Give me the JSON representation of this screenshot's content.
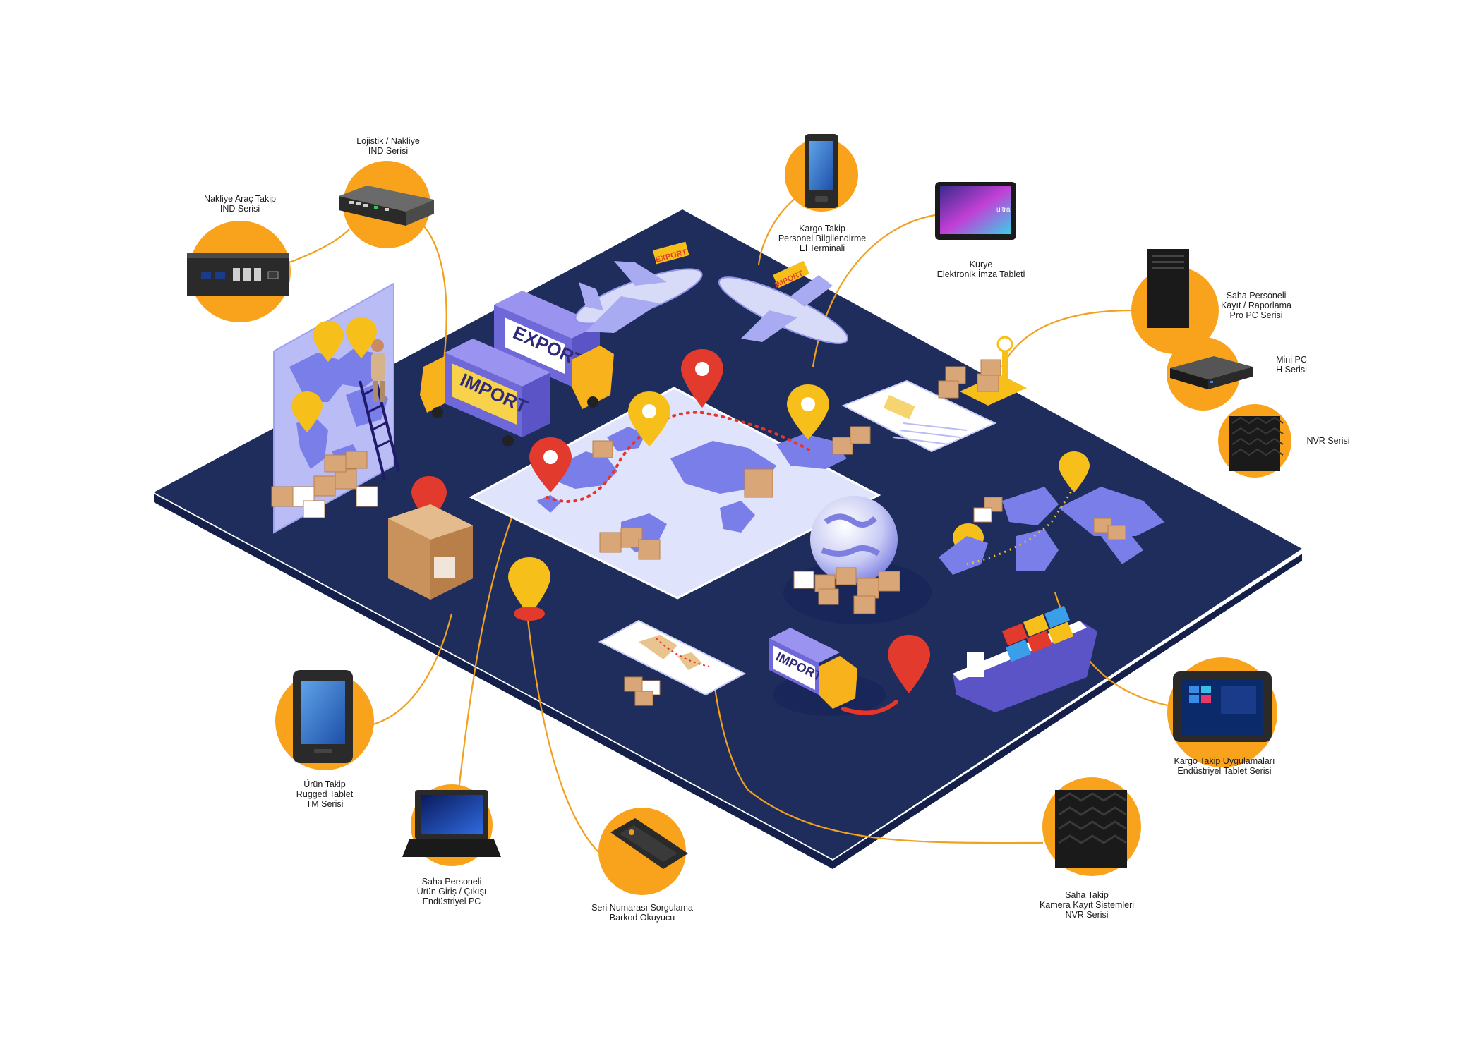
{
  "colors": {
    "platform": "#1f2d5c",
    "platform_edge": "#14204a",
    "map": "#dfe3fb",
    "continent": "#7a7ee8",
    "accent_orange": "#f9a21b",
    "connector": "#f2a01f",
    "route_red": "#e8352a",
    "pin_red": "#e23b2e",
    "pin_yellow": "#f6bf1a",
    "box": "#d9a777",
    "truck_yellow": "#f7b21c",
    "truck_purple": "#7a6fe0"
  },
  "signs": {
    "export_truck": "EXPORT",
    "import_truck": "IMPORT",
    "import_small_truck": "IMPORT",
    "export_flag": "EXPORT",
    "import_flag": "IMPORT",
    "tablet_brand": "ultra"
  },
  "products": [
    {
      "id": "ind-logistics",
      "icon": "industrial-box-pc-icon",
      "lines": [
        "Lojistik / Nakliye",
        "IND Serisi"
      ]
    },
    {
      "id": "ind-vehicle",
      "icon": "fanless-box-pc-icon",
      "lines": [
        "Nakliye Araç Takip",
        "IND Serisi"
      ]
    },
    {
      "id": "handheld",
      "icon": "handheld-terminal-icon",
      "lines": [
        "Kargo Takip",
        "Personel Bilgilendirme",
        "El Terminali"
      ]
    },
    {
      "id": "courier-tablet",
      "icon": "signature-tablet-icon",
      "lines": [
        "Kurye",
        "Elektronik İmza Tableti"
      ]
    },
    {
      "id": "pro-pc",
      "icon": "tower-pc-icon",
      "lines": [
        "Saha Personeli",
        "Kayıt / Raporlama",
        "Pro PC Serisi"
      ]
    },
    {
      "id": "mini-pc",
      "icon": "mini-pc-icon",
      "lines": [
        "Mini PC",
        "H Serisi"
      ]
    },
    {
      "id": "nvr",
      "icon": "nvr-icon",
      "lines": [
        "NVR Serisi"
      ]
    },
    {
      "id": "rugged-tablet",
      "icon": "rugged-tablet-icon",
      "lines": [
        "Ürün Takip",
        "Rugged Tablet",
        "TM Serisi"
      ]
    },
    {
      "id": "rugged-laptop",
      "icon": "rugged-laptop-icon",
      "lines": [
        "Saha Personeli",
        "Ürün Giriş / Çıkışı",
        "Endüstriyel PC"
      ]
    },
    {
      "id": "barcode",
      "icon": "barcode-scanner-icon",
      "lines": [
        "Seri Numarası Sorgulama",
        "Barkod Okuyucu"
      ]
    },
    {
      "id": "industrial-tablet",
      "icon": "industrial-tablet-icon",
      "lines": [
        "Kargo Takip Uygulamaları",
        "Endüstriyel Tablet Serisi"
      ]
    },
    {
      "id": "camera-nvr",
      "icon": "nvr-large-icon",
      "lines": [
        "Saha Takip",
        "Kamera Kayıt Sistemleri",
        "NVR Serisi"
      ]
    }
  ]
}
